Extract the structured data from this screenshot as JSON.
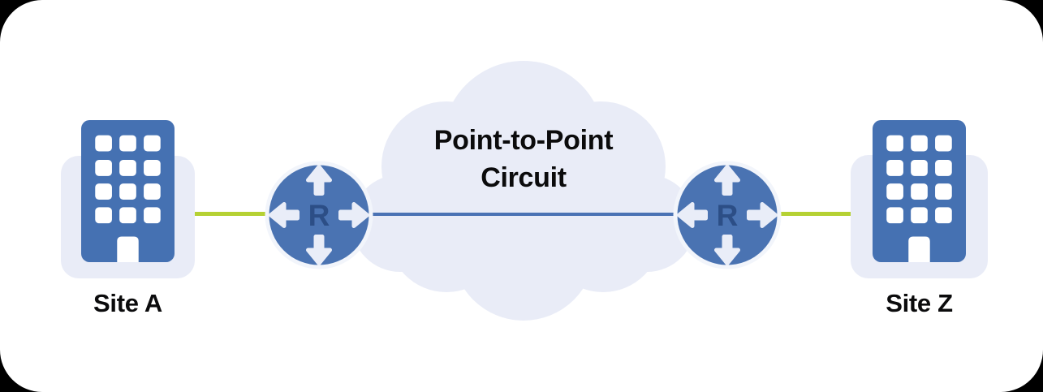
{
  "cloud": {
    "title_line1": "Point-to-Point",
    "title_line2": "Circuit"
  },
  "sites": {
    "a": {
      "label": "Site A"
    },
    "z": {
      "label": "Site Z"
    }
  },
  "routers": {
    "left": {
      "label": "R"
    },
    "right": {
      "label": "R"
    }
  },
  "icons": {
    "site_a": "building-icon",
    "site_z": "building-icon",
    "router_left": "router-arrows-icon",
    "router_right": "router-arrows-icon",
    "cloud": "network-cloud-shape"
  },
  "colors": {
    "page_bg": "#000000",
    "card_bg": "#ffffff",
    "panel": "#E9ECF7",
    "building_blue": "#4571B2",
    "router_blue": "#4A73B2",
    "router_ring": "#F2F5FB",
    "router_letter": "#2C4E86",
    "arrow_light": "#E9EDF8",
    "circuit_line": "#4A72B4",
    "access_line": "#B5D133",
    "text": "#0B0B0C"
  }
}
